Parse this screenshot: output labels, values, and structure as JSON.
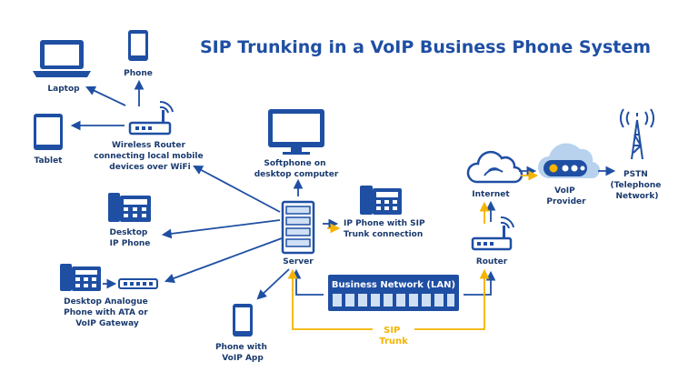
{
  "title": "SIP Trunking in a VoIP Business Phone System",
  "colors": {
    "primary": "#1f4fa3",
    "dark": "#14376f",
    "light": "#cfe0f5",
    "cloud": "#b8d2ee",
    "sip": "#f4b400",
    "screen": "#9fc3ea"
  },
  "nodes": {
    "laptop": "Laptop",
    "phone": "Phone",
    "tablet": "Tablet",
    "wireless_router": [
      "Wireless Router",
      "connecting local mobile",
      "devices over WiFi"
    ],
    "softphone": [
      "Softphone on",
      "desktop computer"
    ],
    "ip_phone": [
      "IP Phone with SIP",
      "Trunk connection"
    ],
    "desktop_ip_phone": [
      "Desktop",
      "IP Phone"
    ],
    "server": "Server",
    "analogue_phone": [
      "Desktop Analogue",
      "Phone with ATA or",
      "VoIP Gateway"
    ],
    "phone_app": [
      "Phone with",
      "VoIP App"
    ],
    "lan": "Business Network (LAN)",
    "sip_trunk": [
      "SIP",
      "Trunk"
    ],
    "internet": "Internet",
    "router": "Router",
    "voip_provider": [
      "VoIP",
      "Provider"
    ],
    "pstn": [
      "PSTN",
      "(Telephone",
      "Network)"
    ]
  }
}
